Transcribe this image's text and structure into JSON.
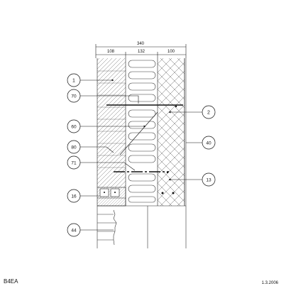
{
  "drawing": {
    "dimensions": {
      "overall": "340",
      "segments": [
        "108",
        "132",
        "100"
      ]
    },
    "callouts": [
      {
        "id": "1"
      },
      {
        "id": "70"
      },
      {
        "id": "60"
      },
      {
        "id": "80"
      },
      {
        "id": "71"
      },
      {
        "id": "16"
      },
      {
        "id": "44"
      },
      {
        "id": "2"
      },
      {
        "id": "40"
      },
      {
        "id": "13"
      }
    ],
    "code": "B4EA",
    "date": "1.3.2006"
  }
}
